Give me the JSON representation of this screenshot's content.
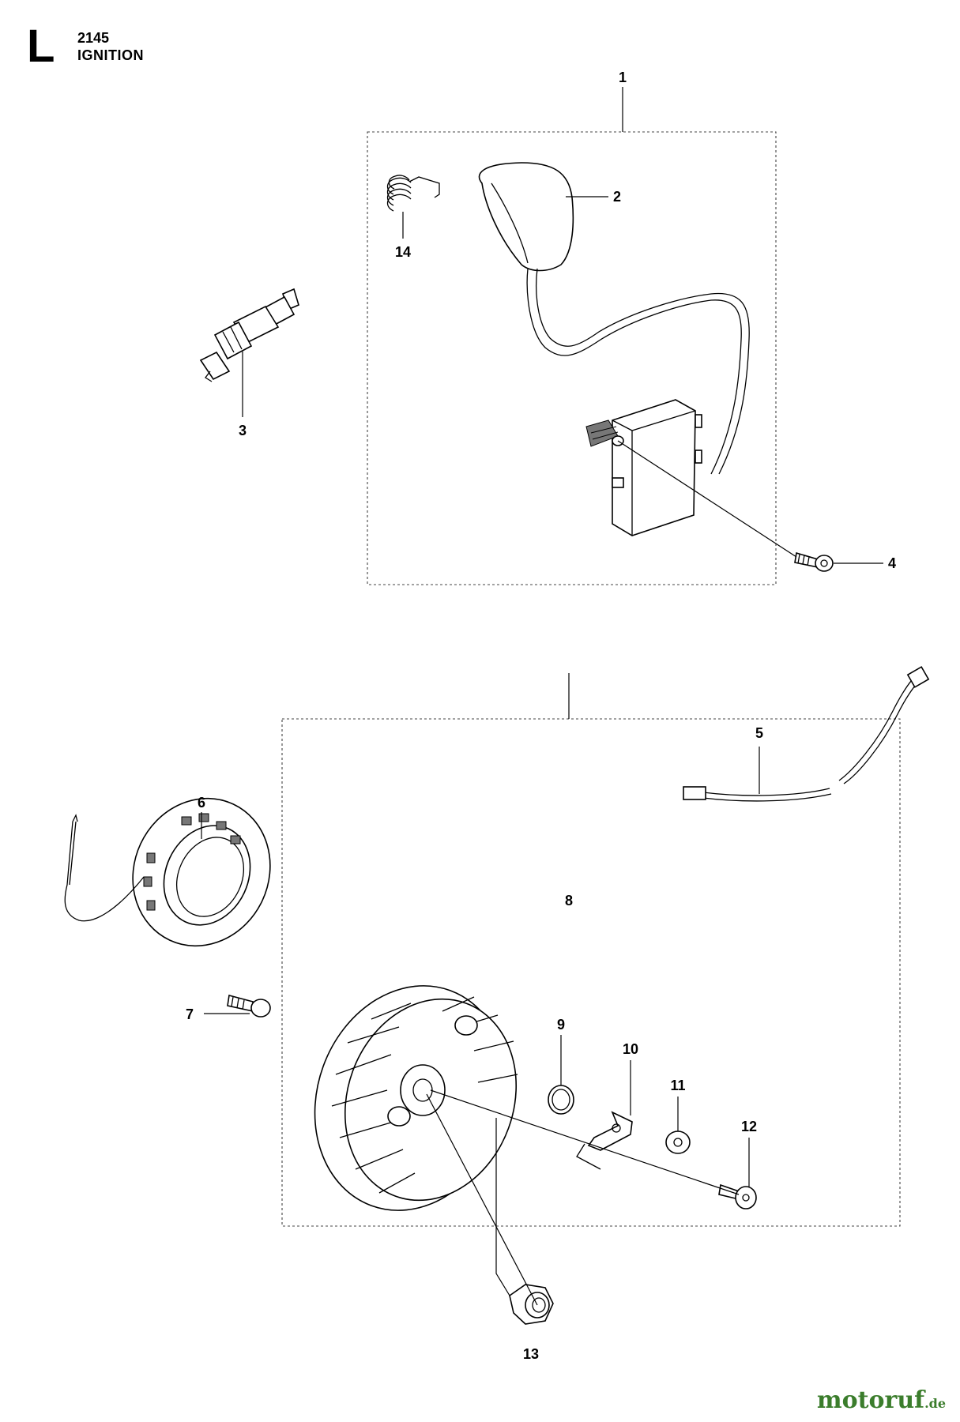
{
  "section": {
    "letter": "L",
    "code": "2145",
    "name": "IGNITION"
  },
  "callouts": [
    "1",
    "2",
    "3",
    "4",
    "5",
    "6",
    "7",
    "8",
    "9",
    "10",
    "11",
    "12",
    "13",
    "14"
  ],
  "watermark": {
    "main": "motoruf",
    "suffix": ".de"
  }
}
